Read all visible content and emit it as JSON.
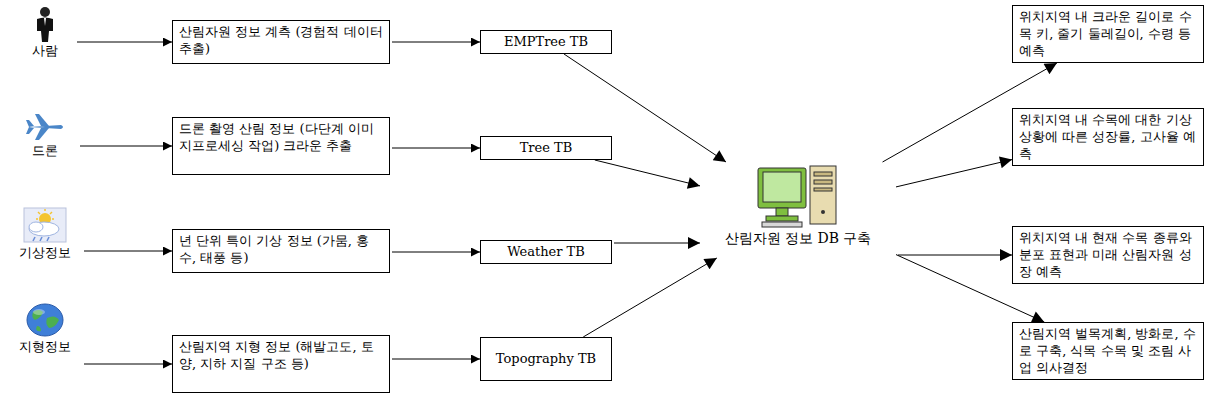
{
  "diagram": {
    "nodes": [
      {
        "text": [
          "사람"
        ]
      },
      {
        "text": [
          "산림자원 정보 계측 (경험적 데이터 추출)"
        ]
      },
      {
        "text": [
          "EMPTree TB"
        ]
      },
      {
        "text": [
          "드론"
        ]
      },
      {
        "text": [
          "드론 촬영 산림 정보 (다단계 이미지프로세싱 작업) 크라운 추출"
        ]
      },
      {
        "text": [
          "Tree TB"
        ]
      },
      {
        "text": [
          "기상정보"
        ]
      },
      {
        "text": [
          "년 단위 특이 기상 정보 (가뭄, 홍수, 태풍 등)"
        ]
      },
      {
        "text": [
          "Weather TB"
        ]
      },
      {
        "text": [
          "지형정보"
        ]
      },
      {
        "text": [
          "산림지역 지형 정보 (해발고도, 토양, 지하 지질 구조 등)"
        ]
      },
      {
        "text": [
          "Topography TB"
        ]
      },
      {
        "text": [
          "산림자원 정보 DB 구축"
        ]
      },
      {
        "text": [
          "위치지역 내 크라운 길이로 수목 키, 줄기 둘레길이, 수령 등 예측"
        ]
      },
      {
        "text": [
          "위치지역 내 수목에 대한 기상 상황에 따른 성장률, 고사율 예측"
        ]
      },
      {
        "text": [
          "위치지역 내 현재 수목 종류와 분포 표현과 미래 산림자원 성장 예측"
        ]
      },
      {
        "text": [
          "산림지역 벌목계획, 방화로, 수로 구축, 식목 수목 및 조림 사업 의사결정"
        ]
      }
    ],
    "edges": [
      {
        "from": 0,
        "to": 1,
        "arrow": "to"
      },
      {
        "from": 1,
        "to": 2,
        "arrow": "to"
      },
      {
        "from": 3,
        "to": 4,
        "arrow": "to"
      },
      {
        "from": 4,
        "to": 5,
        "arrow": "to"
      },
      {
        "from": 6,
        "to": 7,
        "arrow": "to"
      },
      {
        "from": 7,
        "to": 8,
        "arrow": "to"
      },
      {
        "from": 9,
        "to": 10,
        "arrow": "to"
      },
      {
        "from": 10,
        "to": 11,
        "arrow": "to"
      },
      {
        "from": 2,
        "to": 12,
        "arrow": "to"
      },
      {
        "from": 5,
        "to": 12,
        "arrow": "to"
      },
      {
        "from": 8,
        "to": 12,
        "arrow": "to"
      },
      {
        "from": 11,
        "to": 12,
        "arrow": "to"
      },
      {
        "from": 12,
        "to": 13,
        "arrow": "to"
      },
      {
        "from": 12,
        "to": 14,
        "arrow": "to"
      },
      {
        "from": 12,
        "to": 15,
        "arrow": "to"
      },
      {
        "from": 12,
        "to": 16,
        "arrow": "to"
      }
    ]
  }
}
